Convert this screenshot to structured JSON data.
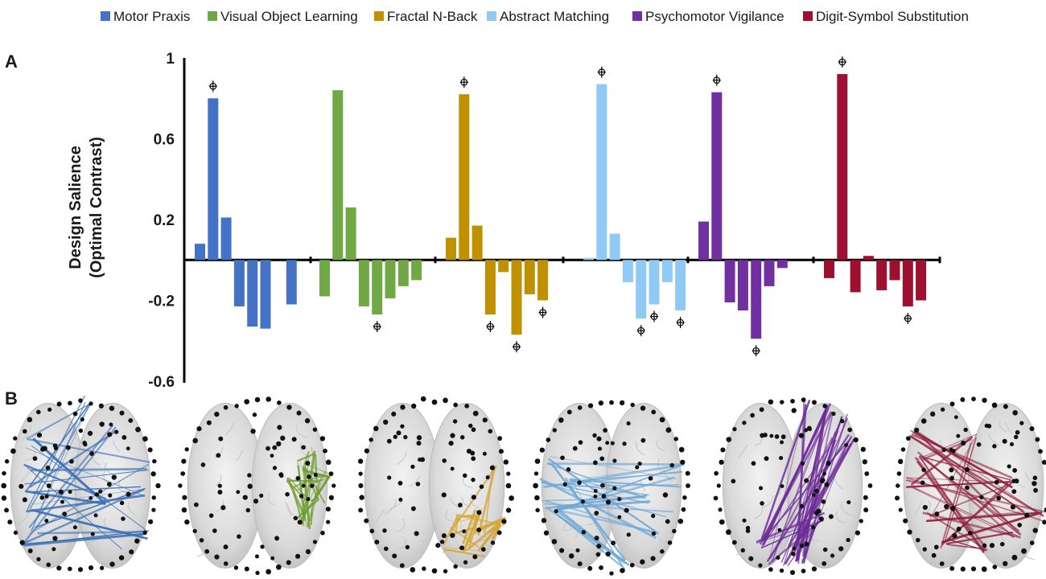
{
  "colors": {
    "Motor Praxis": "#4472c4",
    "Visual Object Learning": "#70a845",
    "Fractal N-Back": "#bf9000",
    "Abstract Matching": "#8fcaf5",
    "Psychomotor Vigilance": "#7030a0",
    "Digit-Symbol Substitution": "#9e1030"
  },
  "panel_labels": [
    "A",
    "B"
  ],
  "brain_panel": {
    "count": 6,
    "connection_colors": [
      "#3a6fb5",
      "#6e9b2e",
      "#d4a530",
      "#6aa6d6",
      "#6b2a96",
      "#8f1d3c"
    ]
  },
  "chart_data": {
    "type": "bar",
    "title": "",
    "xlabel": "",
    "ylabel": [
      "Design Salience",
      "(Optimal Contrast)"
    ],
    "ylim": [
      -0.6,
      1.0
    ],
    "yticks": [
      "1",
      "0.6",
      "0.2",
      "-0.2",
      "-0.6"
    ],
    "ytick_values": [
      1,
      0.6,
      0.2,
      -0.2,
      -0.6
    ],
    "grid": false,
    "legend": "top",
    "series": [
      {
        "name": "Motor Praxis",
        "values": [
          0.08,
          0.8,
          0.21,
          -0.23,
          -0.33,
          -0.34,
          -0.22
        ],
        "significant": [
          1
        ]
      },
      {
        "name": "Visual Object Learning",
        "values": [
          -0.18,
          0.84,
          0.26,
          -0.23,
          -0.27,
          -0.19,
          -0.13,
          -0.1
        ],
        "significant": [
          4
        ]
      },
      {
        "name": "Fractal N-Back",
        "values": [
          0.11,
          0.82,
          0.17,
          -0.27,
          -0.06,
          -0.37,
          -0.17,
          -0.2
        ],
        "significant": [
          1,
          3,
          5,
          7
        ]
      },
      {
        "name": "Abstract Matching",
        "values": [
          0.01,
          0.87,
          0.13,
          -0.11,
          -0.29,
          -0.22,
          -0.11,
          -0.25
        ],
        "significant": [
          1,
          4,
          5,
          7
        ]
      },
      {
        "name": "Psychomotor Vigilance",
        "values": [
          0.19,
          0.83,
          -0.21,
          -0.25,
          -0.39,
          -0.13,
          -0.04
        ],
        "significant": [
          1,
          4
        ]
      },
      {
        "name": "Digit-Symbol Substitution",
        "values": [
          -0.09,
          0.92,
          -0.16,
          0.02,
          -0.15,
          -0.1,
          -0.23,
          -0.2
        ],
        "significant": [
          1,
          6
        ]
      }
    ]
  }
}
